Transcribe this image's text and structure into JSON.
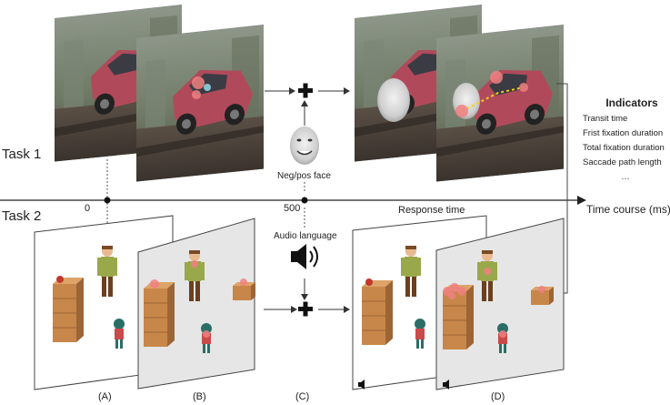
{
  "rows": {
    "task1": "Task 1",
    "task2": "Task 2"
  },
  "timeline": {
    "tick_0": "0",
    "tick_500": "500",
    "response_time": "Response time",
    "axis_label": "Time course (ms)"
  },
  "stimuli": {
    "face_label": "Neg/pos face",
    "audio_label": "Audio language"
  },
  "indicators": {
    "title": "Indicators",
    "items": [
      "Transit time",
      "Frist fixation duration",
      "Total fixation duration",
      "Saccade path length",
      "…"
    ]
  },
  "panels": {
    "a": "(A)",
    "b": "(B)",
    "c": "(C)",
    "d": "(D)"
  },
  "colors": {
    "fixation_dot": "#f08080",
    "saccade_path": "#f2d21b",
    "scene_bg": "#e6e6e6"
  }
}
